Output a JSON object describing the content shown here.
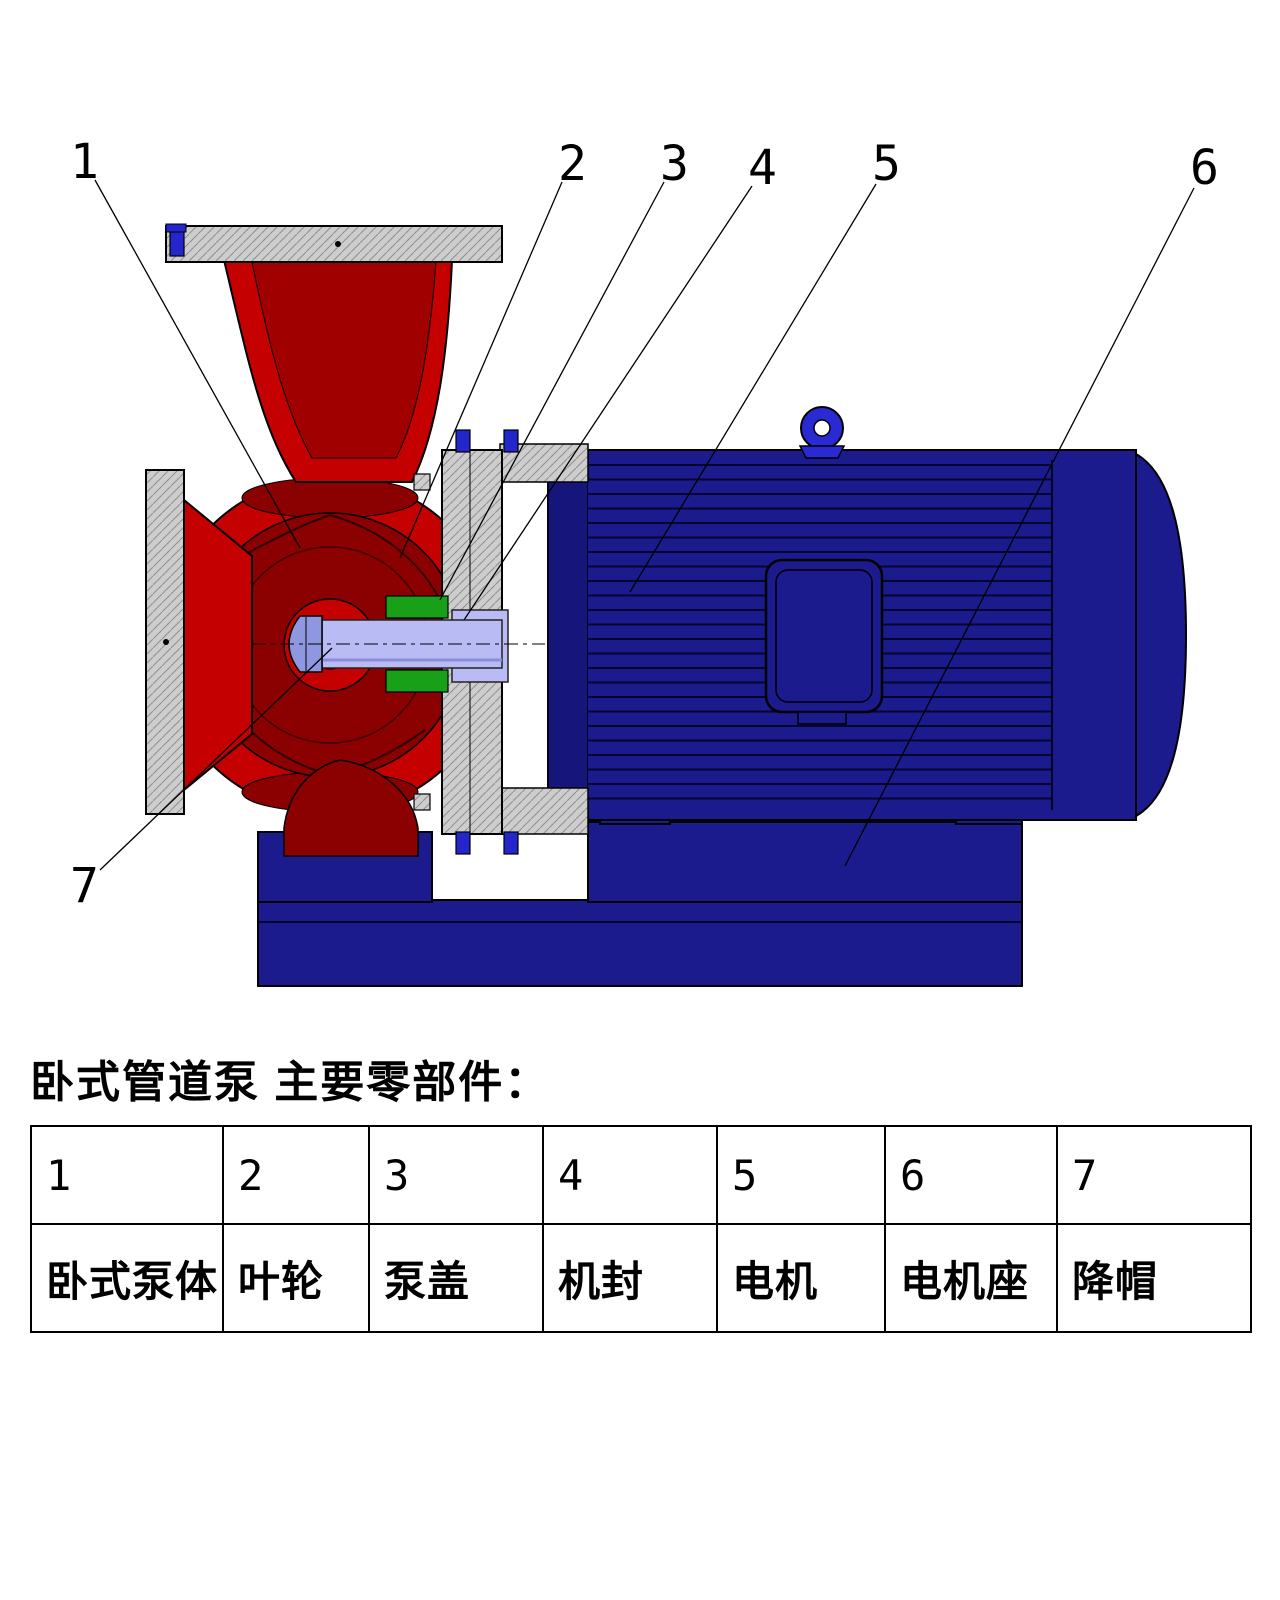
{
  "title": "卧式管道泵 主要零部件：",
  "callouts": [
    "1",
    "2",
    "3",
    "4",
    "5",
    "6",
    "7"
  ],
  "table": {
    "numbers": [
      "1",
      "2",
      "3",
      "4",
      "5",
      "6",
      "7"
    ],
    "names": [
      "卧式泵体",
      "叶轮",
      "泵盖",
      "机封",
      "电机",
      "电机座",
      "降帽"
    ]
  },
  "colors": {
    "pump_red": "#c40000",
    "impeller_dark_red": "#8b0000",
    "motor_navy": "#1b1b8e",
    "motor_navy_dark": "#15157c",
    "shaft_lavender": "#b9bcf4",
    "seal_green": "#18a018",
    "bolt_blue": "#2525cc",
    "flange_gray": "#cdcdcd"
  }
}
